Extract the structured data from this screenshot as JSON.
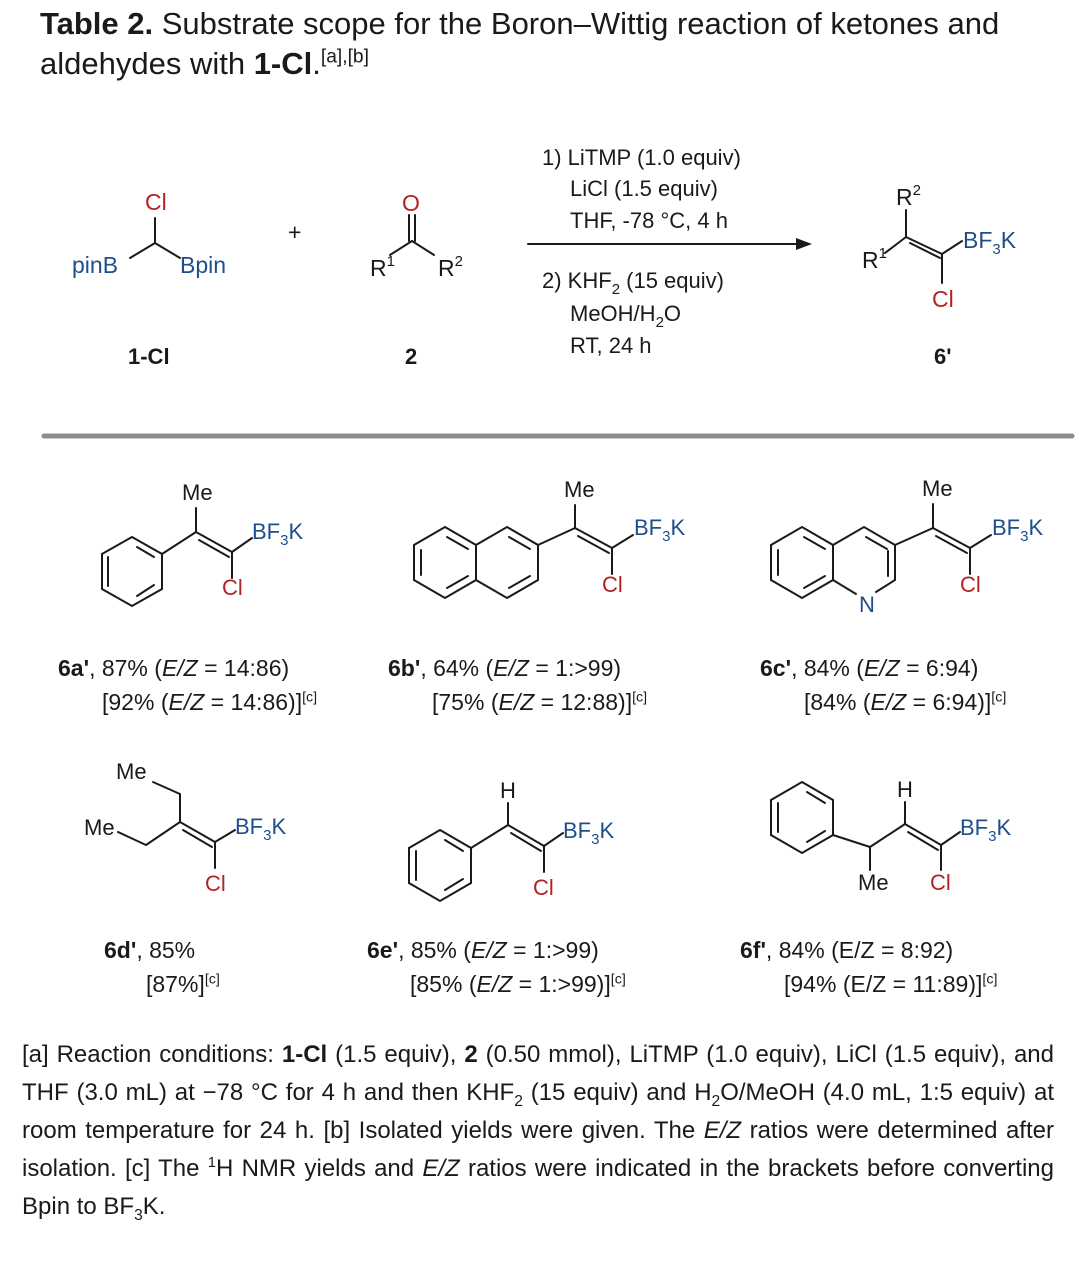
{
  "title": {
    "label": "Table 2.",
    "text": " Substrate scope for the Boron–Wittig reaction of ketones and aldehydes with ",
    "compound": "1-Cl",
    "suffix": ".",
    "notes": "[a],[b]"
  },
  "scheme": {
    "reagent1": {
      "left": "pinB",
      "right": "Bpin",
      "top": "Cl",
      "label": "1-Cl"
    },
    "plus": "+",
    "reagent2": {
      "o": "O",
      "r1": "R",
      "r2": "R",
      "sup1": "1",
      "sup2": "2",
      "label": "2"
    },
    "conditions_step1": [
      "1) LiTMP (1.0 equiv)",
      "LiCl (1.5 equiv)",
      "THF, -78 °C, 4 h"
    ],
    "conditions_step2": [
      "2) KHF",
      "2",
      " (15 equiv)",
      "MeOH/H",
      "2",
      "O",
      "RT, 24 h"
    ],
    "product": {
      "r1": "R",
      "sup1": "1",
      "r2": "R",
      "sup2": "2",
      "bf3k": "BF",
      "bf3k_sub": "3",
      "bf3k_k": "K",
      "cl": "Cl",
      "label": "6'"
    }
  },
  "atoms": {
    "me": "Me",
    "h": "H",
    "cl": "Cl",
    "bf": "BF",
    "sub3": "3",
    "k": "K",
    "n": "N"
  },
  "entries": [
    {
      "id": "6a'",
      "line1": ", 87% (",
      "ez": "E/Z",
      "line1b": " = 14:86)",
      "line2a": "[92% (",
      "line2b": " = 14:86)]",
      "note": "[c]"
    },
    {
      "id": "6b'",
      "line1": ", 64% (",
      "ez": "E/Z",
      "line1b": " = 1:>99)",
      "line2a": "[75% (",
      "line2b": " = 12:88)]",
      "note": "[c]"
    },
    {
      "id": "6c'",
      "line1": ", 84% (",
      "ez": "E/Z",
      "line1b": " = 6:94)",
      "line2a": "[84% (",
      "line2b": " = 6:94)]",
      "note": "[c]"
    },
    {
      "id": "6d'",
      "line1": ", 85%",
      "line2a": "[87%]",
      "note": "[c]"
    },
    {
      "id": "6e'",
      "line1": ", 85% (",
      "ez": "E/Z",
      "line1b": " = 1:>99)",
      "line2a": "[85% (",
      "line2b": " = 1:>99)]",
      "note": "[c]"
    },
    {
      "id": "6f'",
      "line1": ", 84% (E/Z = 8:92)",
      "line2a": "[94% (E/Z = 11:89)]",
      "note": "[c]"
    }
  ],
  "footnote": {
    "a1": "[a] Reaction conditions: ",
    "a_cmpd": "1-Cl",
    "a2": " (1.5 equiv), ",
    "a_two": "2",
    "a3": " (0.50 mmol), LiTMP (1.0 equiv), LiCl (1.5 equiv), and THF (3.0 mL) at −78 °C for 4 h and then KHF",
    "a_sub": "2",
    "a4": " (15 equiv) and H",
    "a_sub2": "2",
    "a5": "O/MeOH (4.0 mL, 1:5 equiv) at room temperature for 24 h. [b] Isolated yields were given. The ",
    "ez": "E/Z",
    "b2": " ratios were determined after isolation. [c] The ",
    "sup1": "1",
    "c2": "H NMR yields and ",
    "c3": " ratios were indicated in the brackets before converting Bpin to BF",
    "sub3": "3",
    "c4": "K."
  },
  "colors": {
    "blue": "#1f4e8c",
    "red": "#b22222",
    "rule": "#8c8c8c",
    "ink": "#1a1a1a"
  }
}
